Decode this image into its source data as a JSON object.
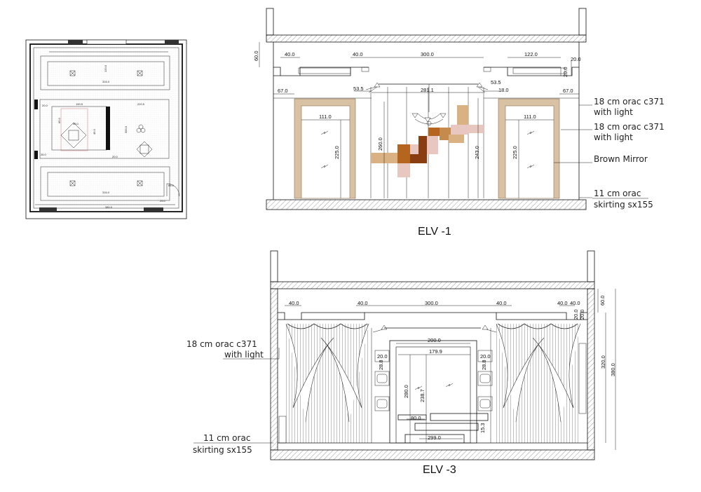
{
  "plan": {
    "dims": [
      "316.0",
      "120.0",
      "316.0",
      "190.5",
      "220.5",
      "65.0",
      "300.0",
      "20.0",
      "45.0",
      "380.0",
      "45.0",
      "20.0",
      "65.0",
      "26.0",
      "25.0"
    ]
  },
  "elv1": {
    "title": "ELV -1",
    "dims": {
      "d40a": "40.0",
      "d40b": "40.0",
      "d300": "300.0",
      "d122": "122.0",
      "d20a": "20.0",
      "d20b": "20.0",
      "d60": "60.0",
      "d67a": "67.0",
      "d535a": "53.5",
      "d2811": "281.1",
      "d535b": "53.5",
      "d18": "18.0",
      "d67b": "67.0",
      "d111a": "111.0",
      "d111b": "111.0",
      "d225a": "225.0",
      "d260": "260.0",
      "d243": "243.0",
      "d225b": "225.0"
    },
    "notes": {
      "orac1_l1": "18 cm orac c371",
      "orac1_l2": "with light",
      "orac2_l1": "18 cm orac c371",
      "orac2_l2": "with light",
      "mirror": "Brown Mirror",
      "skirt_l1": "11 cm orac",
      "skirt_l2": "skirting sx155"
    }
  },
  "elv3": {
    "title": "ELV -3",
    "dims": {
      "d40a": "40.0",
      "d40b": "40.0",
      "d300": "300.0",
      "d40c": "40.0",
      "d40d": "40.0",
      "d40e": "40.0",
      "d20a": "20.0",
      "d20b": "20.0",
      "d60": "60.0",
      "d200": "200.0",
      "d1799": "179.9",
      "d20c": "20.0",
      "d20d": "20.0",
      "d288a": "28.8",
      "d288b": "28.8",
      "d280": "280.0",
      "d2387": "238.7",
      "d320": "320.0",
      "d380": "380.0",
      "d800": "80.0",
      "d299": "299.0",
      "d153": "15.3"
    },
    "notes": {
      "orac_l1": "18 cm orac c371",
      "orac_l2": "with light",
      "skirt_l1": "11 cm orac",
      "skirt_l2": "skirting sx155"
    }
  },
  "colors": {
    "frame": "#d8c2a3",
    "mirror": "#c9b08e",
    "tile_light": "#e9c7c1",
    "tile_dark": "#8a3d10",
    "tile_mid": "#b5651d",
    "tile_tan": "#d9b183",
    "hatch": "#555555"
  }
}
